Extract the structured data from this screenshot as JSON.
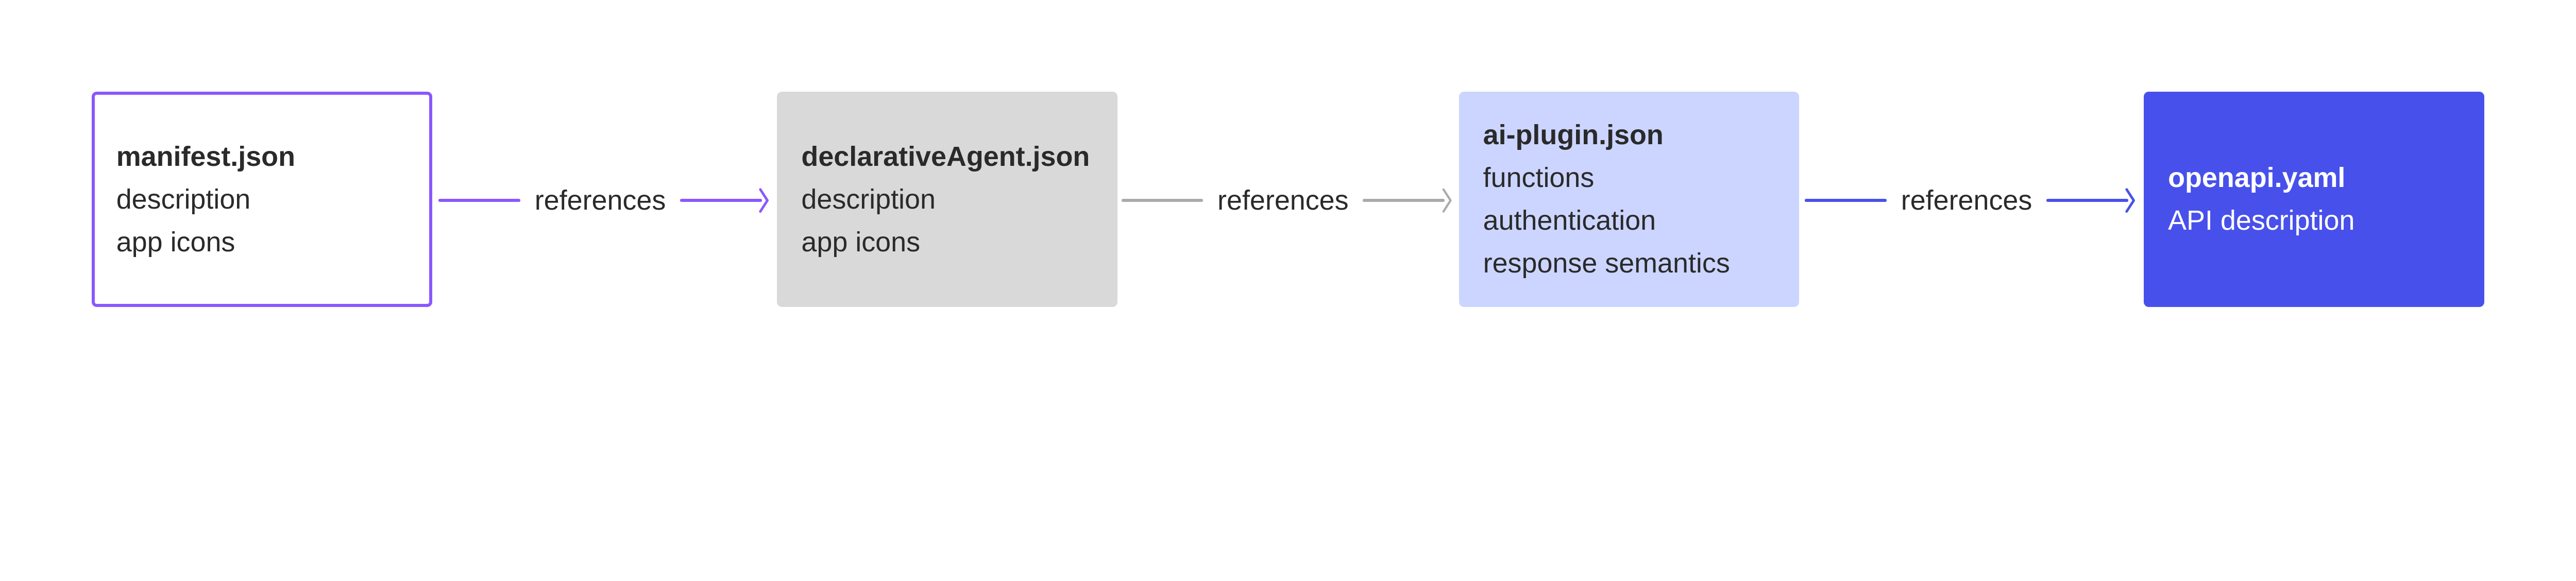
{
  "colors": {
    "manifest_border": "#8b57ff",
    "declarative_bg": "#d9d9d9",
    "plugin_bg": "#ccd5ff",
    "openapi_bg": "#4850eb",
    "arrow1": "#8b57ff",
    "arrow2": "#aaaaaa",
    "arrow3": "#4850eb"
  },
  "nodes": [
    {
      "title": "manifest.json",
      "lines": [
        "description",
        "app icons"
      ]
    },
    {
      "title": "declarativeAgent.json",
      "lines": [
        "description",
        "app icons"
      ]
    },
    {
      "title": "ai-plugin.json",
      "lines": [
        "functions",
        "authentication",
        "response semantics"
      ]
    },
    {
      "title": "openapi.yaml",
      "lines": [
        "API description"
      ]
    }
  ],
  "edges": [
    {
      "label": "references"
    },
    {
      "label": "references"
    },
    {
      "label": "references"
    }
  ]
}
